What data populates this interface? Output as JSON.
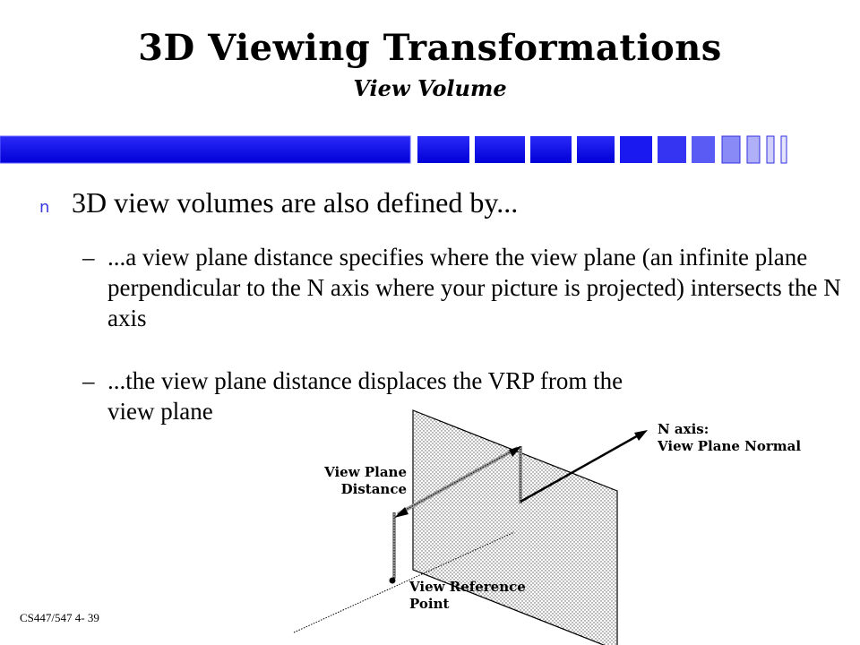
{
  "slide": {
    "title": "3D Viewing Transformations",
    "subtitle": "View Volume",
    "bullet": {
      "glyph": "n",
      "text": "3D view volumes are also defined by..."
    },
    "sub_bullets": [
      {
        "dash": "–",
        "text": "...a view plane distance specifies where the view plane (an infinite plane perpendicular to the N axis where your picture is projected) intersects the N axis"
      },
      {
        "dash": "–",
        "text": "...the view plane distance displaces the VRP from the view plane"
      }
    ],
    "diagram": {
      "label_n_axis_line1": "N axis:",
      "label_n_axis_line2": "View Plane Normal",
      "label_vpd_line1": "View Plane",
      "label_vpd_line2": "Distance",
      "label_vrp_line1": "View Reference",
      "label_vrp_line2": "Point"
    },
    "footer": "CS447/547 4- 39"
  },
  "colors": {
    "accent_blue": "#1414f0",
    "bullet_blue": "#3a3ae0"
  }
}
